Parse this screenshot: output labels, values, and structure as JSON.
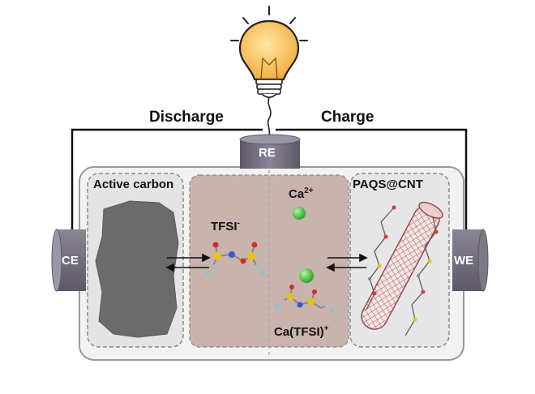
{
  "labels": {
    "discharge": "Discharge",
    "charge": "Charge",
    "re": "RE",
    "ce": "CE",
    "we": "WE",
    "active_carbon": "Active carbon",
    "paqs_cnt": "PAQS@CNT",
    "tfsi": "TFSI",
    "tfsi_sup": "-",
    "ca": "Ca",
    "ca_sup": "2+",
    "ca_tfsi": "Ca(TFSI)",
    "ca_tfsi_sup": "+"
  },
  "icons": {
    "bulb": "light-bulb-icon",
    "ca_ion": "calcium-ion-sphere",
    "tfsi_molecule": "tfsi-molecule",
    "cnt": "carbon-nanotube"
  },
  "colors": {
    "bulb": "#f5b642",
    "electrode_cap": "#6f6a7a",
    "electrolyte": "#c9b3ad",
    "active_carbon": "#6b6b6b",
    "cnt": "#b46a6a",
    "ca_ion": "#3ec93e"
  }
}
